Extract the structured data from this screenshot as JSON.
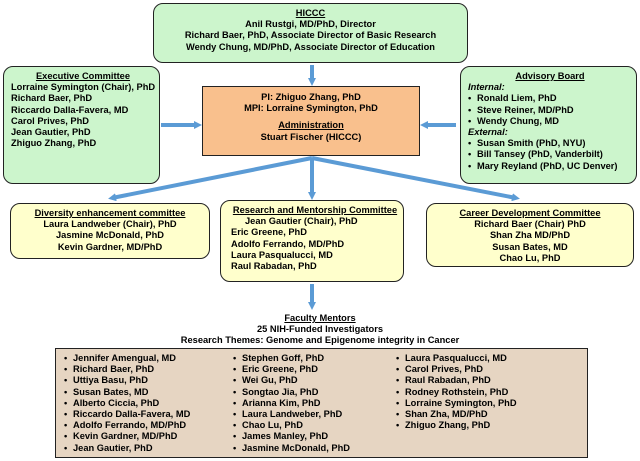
{
  "hiccc": {
    "title": "HICCC",
    "lines": [
      "Anil Rustgi, MD/PhD, Director",
      "Richard Baer, PhD, Associate Director of Basic Research",
      "Wendy Chung, MD/PhD, Associate Director of Education"
    ]
  },
  "executive": {
    "title": "Executive Committee",
    "members": [
      "Lorraine Symington (Chair), PhD",
      "Richard Baer, PhD",
      "Riccardo Dalla-Favera, MD",
      "Carol Prives, PhD",
      "Jean Gautier, PhD",
      "Zhiguo Zhang, PhD"
    ]
  },
  "center": {
    "pi": "PI: Zhiguo Zhang, PhD",
    "mpi": "MPI: Lorraine Symington, PhD",
    "admin_title": "Administration",
    "admin_name": "Stuart Fischer (HICCC)"
  },
  "advisory": {
    "title": "Advisory Board",
    "internal_label": "Internal:",
    "internal": [
      "Ronald Liem, PhD",
      "Steve Reiner, MD/PhD",
      "Wendy Chung, MD"
    ],
    "external_label": "External:",
    "external": [
      "Susan Smith (PhD, NYU)",
      "Bill Tansey (PhD, Vanderbilt)",
      "Mary Reyland (PhD, UC Denver)"
    ]
  },
  "diversity": {
    "title": "Diversity enhancement committee",
    "members": [
      "Laura Landweber (Chair), PhD",
      "Jasmine McDonald, PhD",
      "Kevin Gardner, MD/PhD"
    ]
  },
  "research": {
    "title": "Research and Mentorship Committee",
    "members": [
      "Jean Gautier (Chair), PhD",
      "Eric Greene, PhD",
      "Adolfo Ferrando, MD/PhD",
      "Laura Pasqualucci, MD",
      "Raul Rabadan, PhD"
    ]
  },
  "career": {
    "title": "Career Development Committee",
    "members": [
      "Richard Baer (Chair) PhD",
      "Shan Zha MD/PhD",
      "Susan Bates, MD",
      "Chao Lu, PhD"
    ]
  },
  "faculty": {
    "title": "Faculty Mentors",
    "subtitle": "25 NIH-Funded Investigators",
    "themes": "Research Themes: Genome and Epigenome integrity in Cancer",
    "col1": [
      "Jennifer Amengual, MD",
      "Richard Baer, PhD",
      "Uttiya Basu, PhD",
      "Susan Bates, MD",
      "Alberto Ciccia, PhD",
      "Riccardo Dalla-Favera, MD",
      "Adolfo Ferrando, MD/PhD",
      "Kevin Gardner, MD/PhD",
      "Jean Gautier, PhD"
    ],
    "col2": [
      "Stephen Goff, PhD",
      "Eric Greene, PhD",
      "Wei Gu, PhD",
      "Songtao Jia, PhD",
      "Arianna Kim, PhD",
      "Laura Landweber, PhD",
      "Chao Lu, PhD",
      "James Manley, PhD",
      "Jasmine McDonald, PhD"
    ],
    "col3": [
      "Laura Pasqualucci, MD",
      "Carol Prives, PhD",
      "Raul Rabadan, PhD",
      "Rodney Rothstein, PhD",
      "Lorraine Symington, PhD",
      "Shan Zha, MD/PhD",
      "Zhiguo Zhang, PhD"
    ]
  },
  "colors": {
    "green": "#ccf5cc",
    "yellow": "#ffffcc",
    "orange": "#f9c08d",
    "tan": "#e6d5c2",
    "arrow": "#5b9bd5"
  }
}
